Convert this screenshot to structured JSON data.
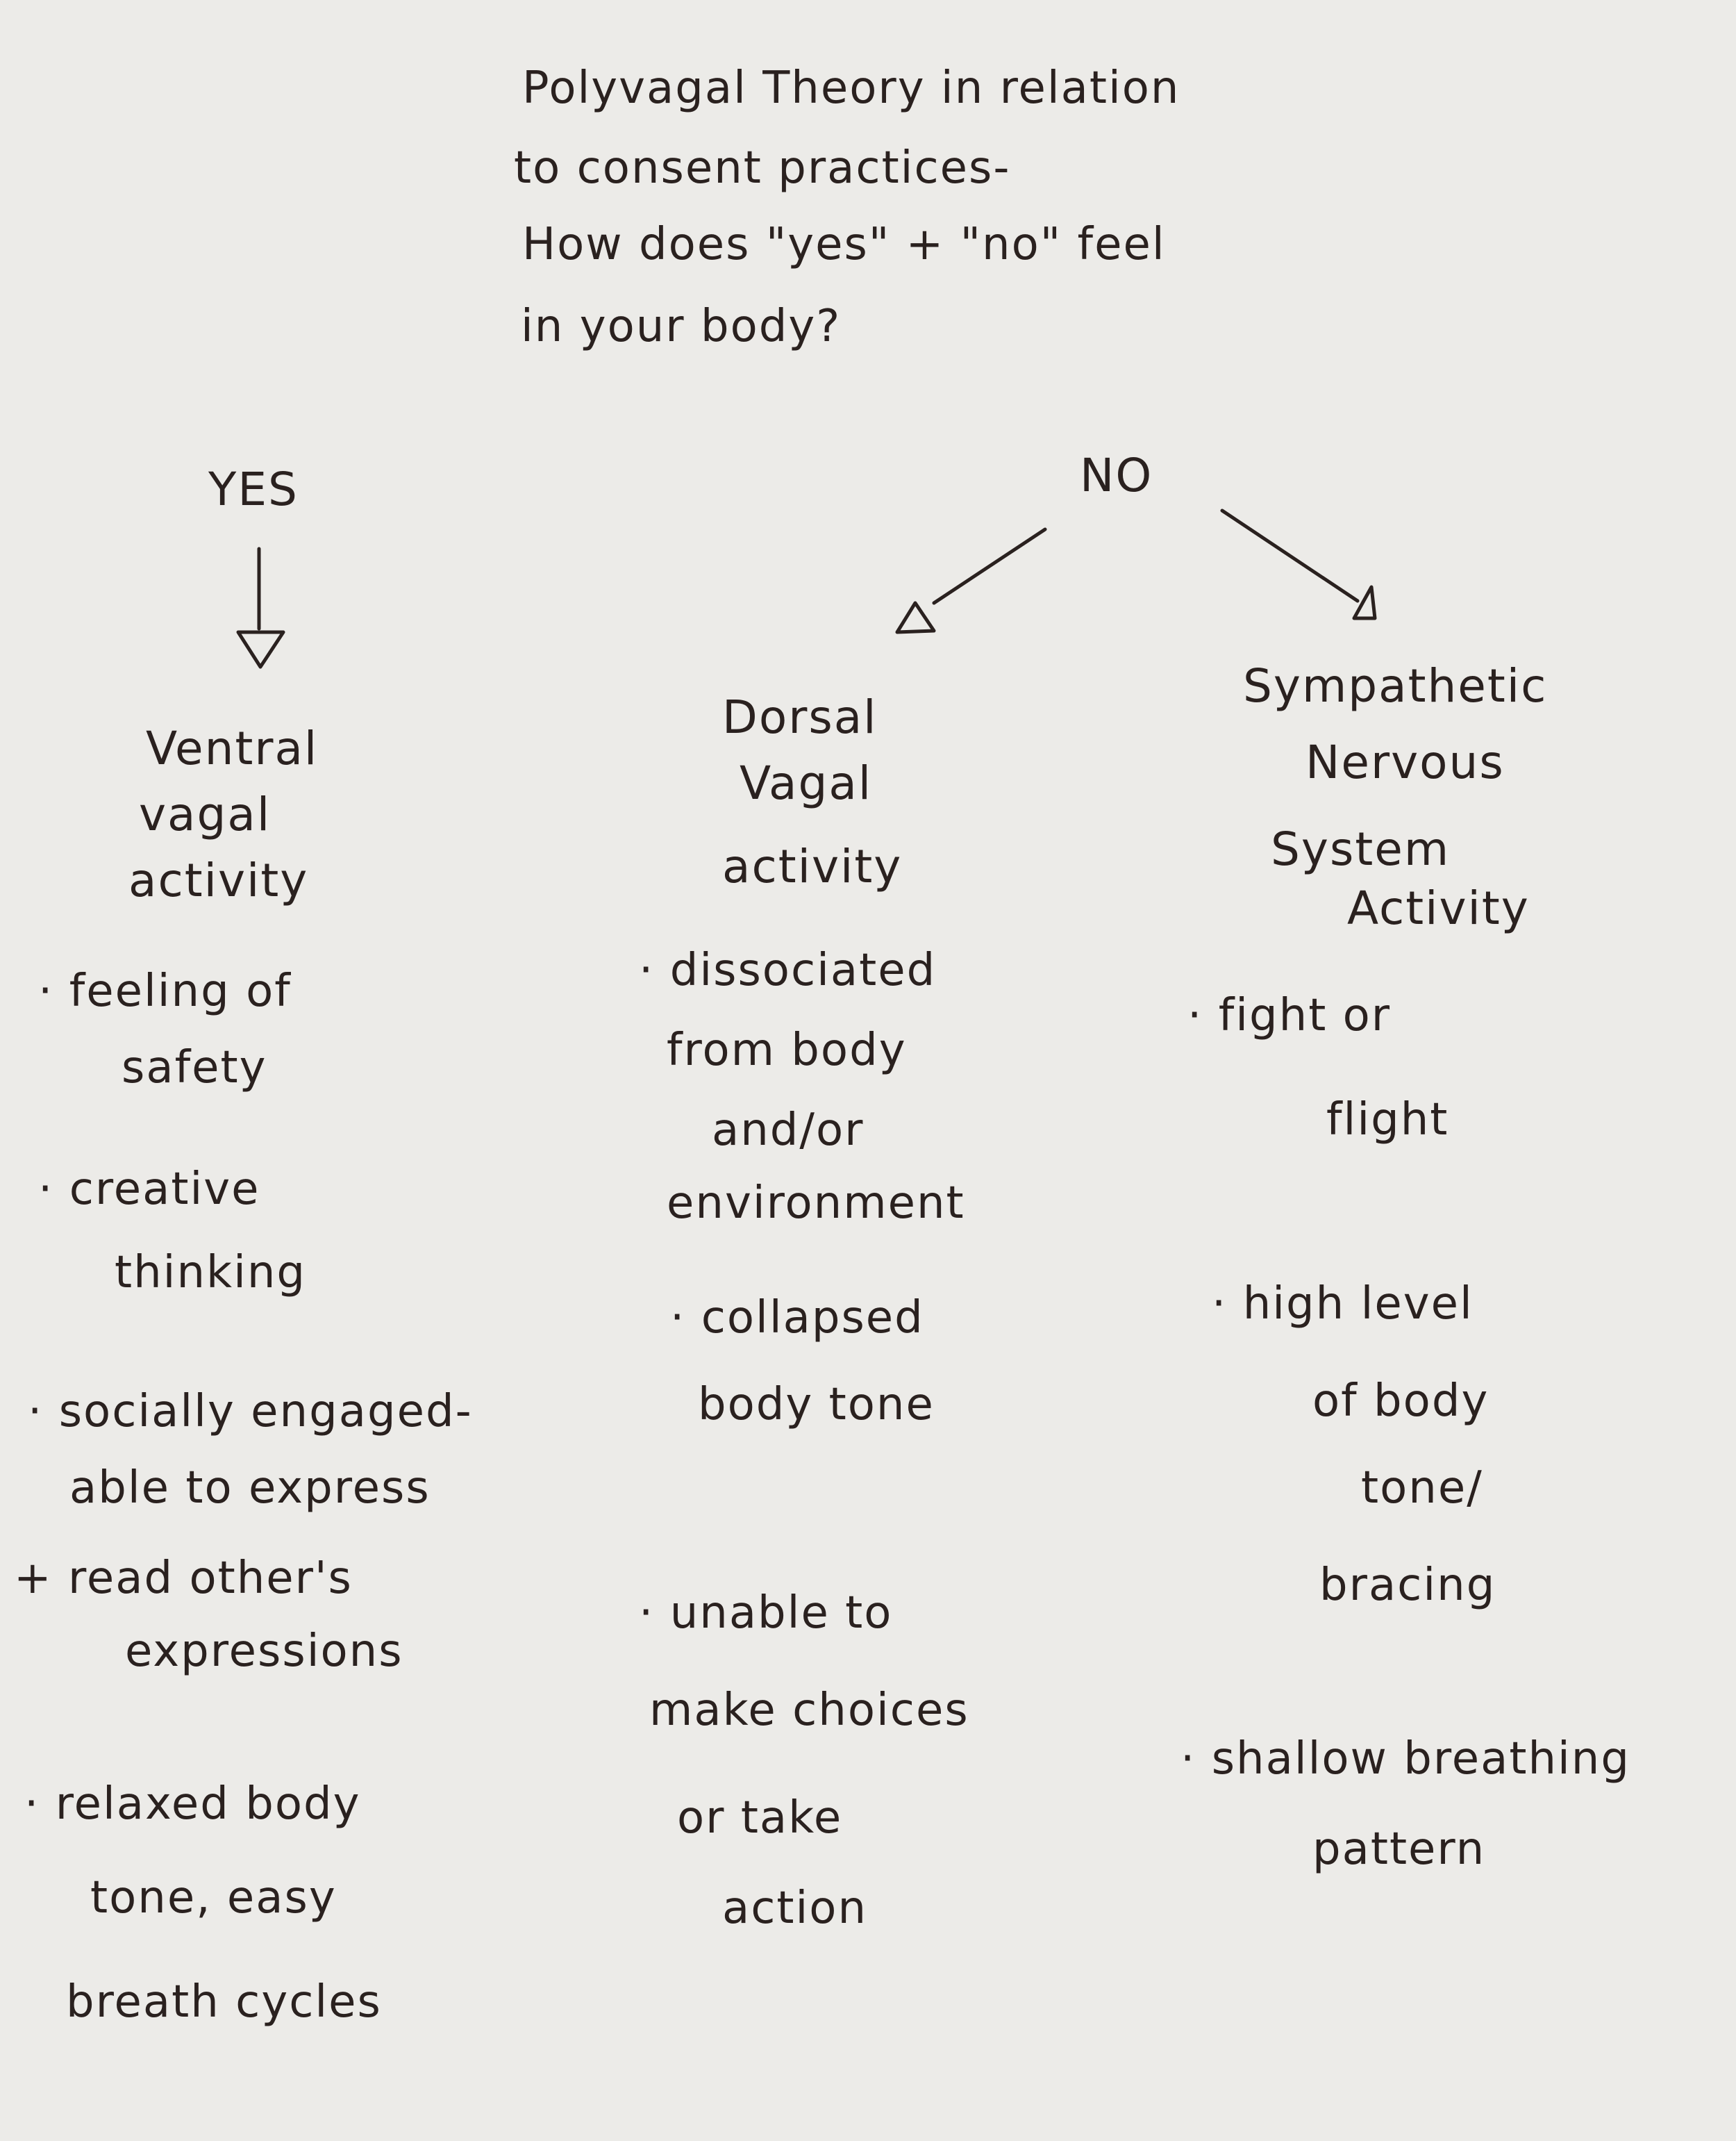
{
  "title": [
    "Polyvagal Theory in relation",
    "to consent practices-",
    "How does \"yes\" + \"no\" feel",
    "in your body?"
  ],
  "yes": {
    "label": "YES",
    "heading": [
      "Ventral",
      "vagal",
      "activity"
    ],
    "items": [
      [
        "· feeling of",
        "safety"
      ],
      [
        "· creative",
        "thinking"
      ],
      [
        "· socially engaged-",
        "able to express",
        "+ read other's",
        "expressions"
      ],
      [
        "· relaxed body",
        "tone, easy",
        "breath cycles"
      ]
    ]
  },
  "no": {
    "label": "NO",
    "dorsal": {
      "heading": [
        "Dorsal",
        "Vagal",
        "activity"
      ],
      "items": [
        [
          "· dissociated",
          "from body",
          "and/or",
          "environment"
        ],
        [
          "· collapsed",
          "body tone"
        ],
        [
          "· unable to",
          "make choices",
          "or take",
          "action"
        ]
      ]
    },
    "sympathetic": {
      "heading": [
        "Sympathetic",
        "Nervous",
        "System",
        "Activity"
      ],
      "items": [
        [
          "· fight or",
          "flight"
        ],
        [
          "· high level",
          "of body",
          "tone/",
          "bracing"
        ],
        [
          "· shallow breathing",
          "pattern"
        ]
      ]
    }
  },
  "colors": {
    "ink": "#2a211f",
    "paper": "#ecebe8"
  }
}
